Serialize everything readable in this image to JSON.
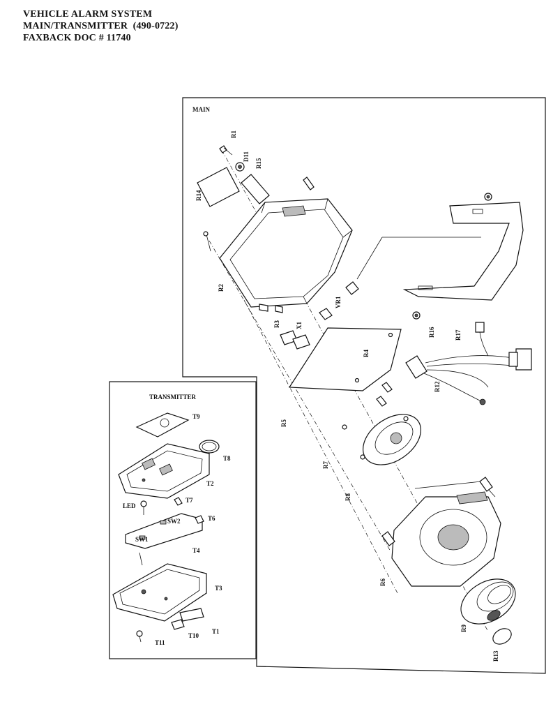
{
  "header": {
    "line1": "VEHICLE ALARM SYSTEM",
    "line2": "MAIN/TRANSMITTER  (490-0722)",
    "line3": "FAXBACK DOC # 11740"
  },
  "main_panel": {
    "title": "MAIN",
    "labels": {
      "R1": "R1",
      "D11": "D11",
      "R15": "R15",
      "R14": "R14",
      "R2": "R2",
      "VR1": "VR1",
      "R3": "R3",
      "X1": "X1",
      "R4": "R4",
      "R5": "R5",
      "R7": "R7",
      "R8": "R8",
      "R6": "R6",
      "R9": "R9",
      "R13": "R13",
      "R16": "R16",
      "R17": "R17",
      "R12": "R12"
    }
  },
  "transmitter_panel": {
    "title": "TRANSMITTER",
    "labels": {
      "T9": "T9",
      "T8": "T8",
      "T2": "T2",
      "LED": "LED",
      "T7": "T7",
      "SW2": "SW2",
      "T6": "T6",
      "SW1": "SW1",
      "T4": "T4",
      "T3": "T3",
      "T11": "T11",
      "T10": "T10",
      "T1": "T1"
    }
  }
}
